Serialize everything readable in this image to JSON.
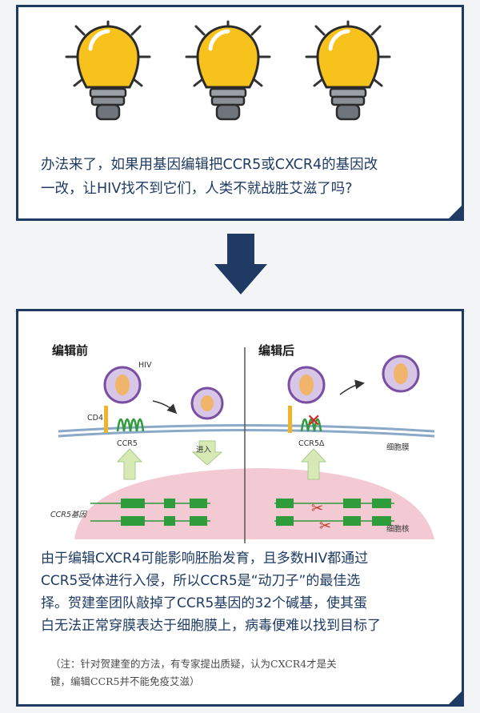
{
  "question": {
    "line1": "办法来了，如果用基因编辑把CCR5或CXCR4的基因改",
    "line2": "一改，让HIV找不到它们，人类不就战胜艾滋了吗?"
  },
  "diagram": {
    "before_title": "编辑前",
    "after_title": "编辑后",
    "labels": {
      "hiv": "HIV",
      "cd4": "CD4",
      "ccr5": "CCR5",
      "enter": "进入",
      "ccr5_delta": "CCR5Δ",
      "membrane": "细胞膜",
      "ccr5_gene": "CCR5基因",
      "nucleus": "细胞核"
    }
  },
  "explanation": {
    "line1": "由于编辑CXCR4可能影响胚胎发育，且多数HIV都通过",
    "line2": "CCR5受体进行入侵，所以CCR5是“动刀子”的最佳选",
    "line3": "择。贺建奎团队敲掉了CCR5基因的32个碱基，使其蛋",
    "line4": "白无法正常穿膜表达于细胞膜上，病毒便难以找到目标了"
  },
  "note": {
    "line1": "（注：针对贺建奎的方法，有专家提出质疑，认为CXCR4才是关",
    "line2": "键，编辑CCR5并不能免疫艾滋）"
  },
  "colors": {
    "navy": "#1f3b63",
    "bulb": "#f7c21c",
    "virus": "#7a4fa3",
    "gene": "#2e9c3a",
    "nucleus": "#f3c9d3",
    "arrow_up": "#d7eab6"
  }
}
